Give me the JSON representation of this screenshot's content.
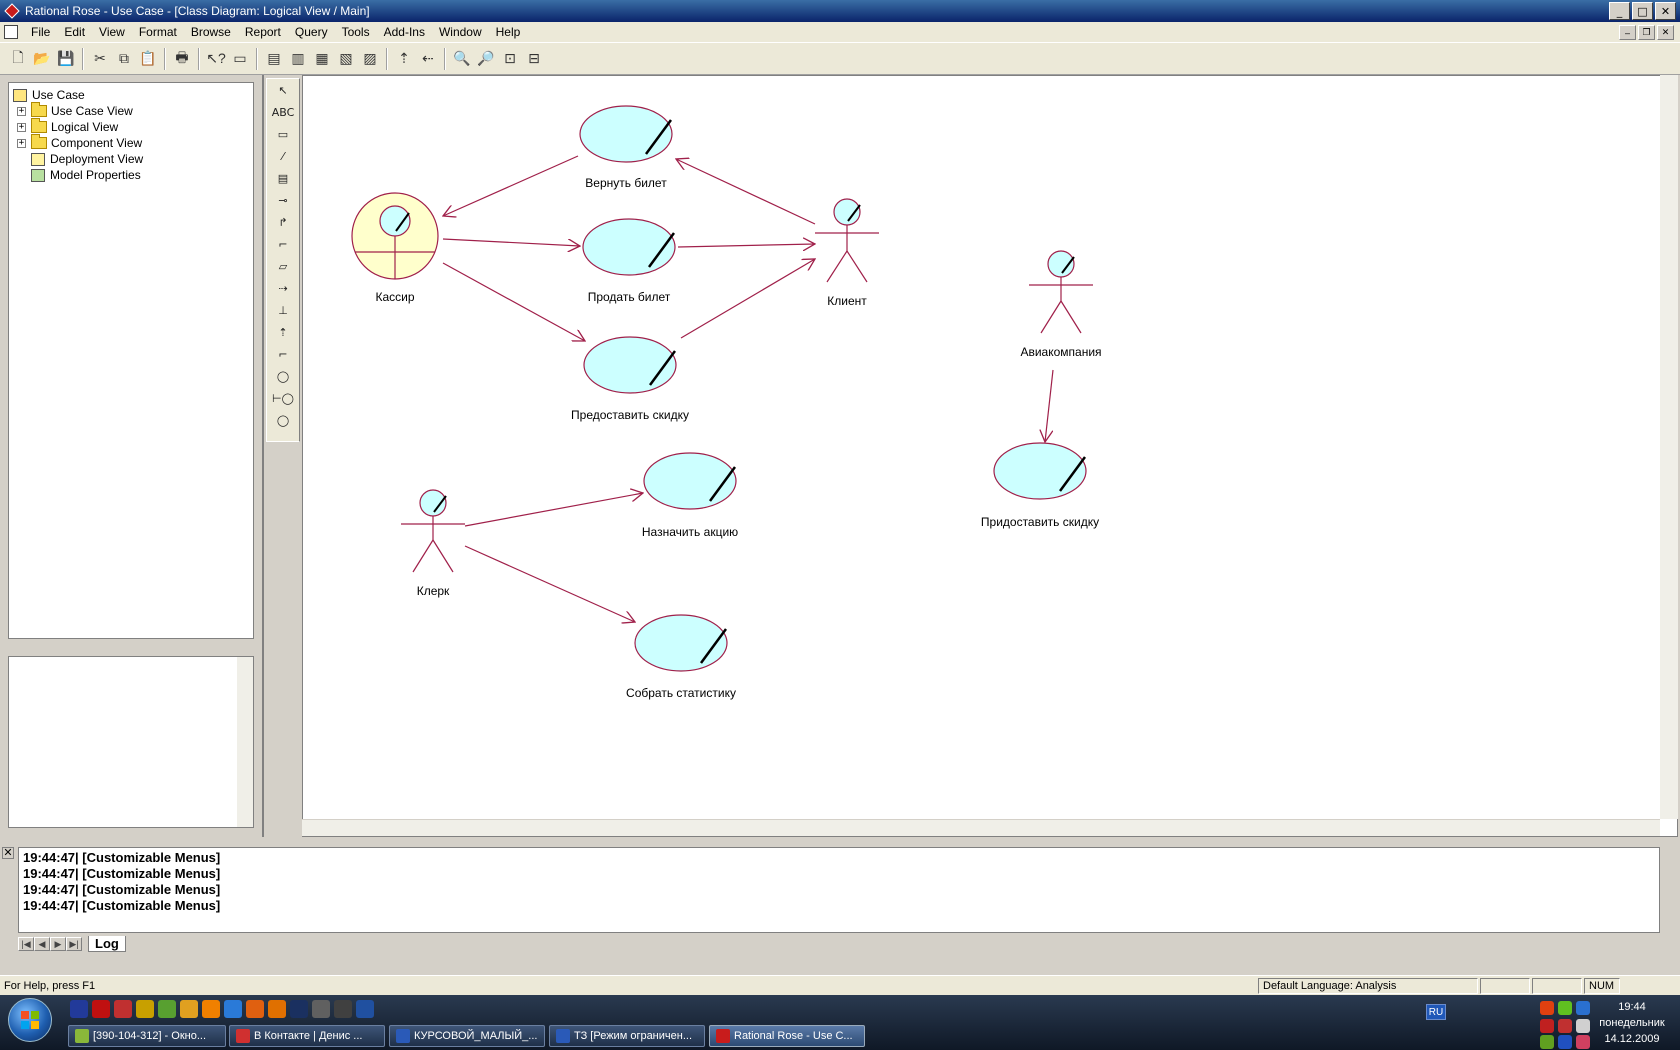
{
  "window": {
    "title": "Rational Rose - Use Case - [Class Diagram: Logical View / Main]",
    "controls": {
      "minimize": "_",
      "maximize": "□",
      "close": "✕"
    }
  },
  "menu": [
    "File",
    "Edit",
    "View",
    "Format",
    "Browse",
    "Report",
    "Query",
    "Tools",
    "Add-Ins",
    "Window",
    "Help"
  ],
  "browser": {
    "root": "Use Case",
    "items": [
      {
        "label": "Use Case View",
        "expandable": true,
        "icon": "folder-icon"
      },
      {
        "label": "Logical View",
        "expandable": true,
        "icon": "folder-icon"
      },
      {
        "label": "Component View",
        "expandable": true,
        "icon": "folder-icon"
      },
      {
        "label": "Deployment View",
        "expandable": false,
        "icon": "deployment-icon"
      },
      {
        "label": "Model Properties",
        "expandable": false,
        "icon": "properties-icon"
      }
    ]
  },
  "diagram": {
    "actors": [
      {
        "id": "cashier",
        "label": "Кассир",
        "stereotype": "business-worker"
      },
      {
        "id": "client",
        "label": "Клиент"
      },
      {
        "id": "airline",
        "label": "Авиакомпания"
      },
      {
        "id": "clerk",
        "label": "Клерк"
      }
    ],
    "use_cases": [
      {
        "id": "return",
        "label": "Вернуть билет"
      },
      {
        "id": "sell",
        "label": "Продать билет"
      },
      {
        "id": "discount",
        "label": "Предоставить скидку"
      },
      {
        "id": "promo",
        "label": "Назначить акцию"
      },
      {
        "id": "stats",
        "label": "Собрать статистику"
      },
      {
        "id": "discount2",
        "label": "Придоставить скидку"
      }
    ],
    "colors": {
      "line": "#a0204a",
      "ellipse_fill": "#ccffff",
      "worker_fill": "#ffffcc"
    }
  },
  "log": {
    "lines": [
      "19:44:47|  [Customizable Menus]",
      "19:44:47|  [Customizable Menus]",
      "19:44:47|  [Customizable Menus]",
      "19:44:47|  [Customizable Menus]"
    ],
    "tab": "Log"
  },
  "status": {
    "help": "For Help, press F1",
    "language": "Default Language: Analysis",
    "num": "NUM"
  },
  "taskbar": {
    "tasks": [
      "[390-104-312] - Окно...",
      "В Контакте | Денис ...",
      "КУРСОВОЙ_МАЛЫЙ_...",
      "ТЗ [Режим ограничен...",
      "Rational Rose - Use C..."
    ],
    "lang": "RU",
    "time": "19:44",
    "day": "понедельник",
    "date": "14.12.2009"
  }
}
